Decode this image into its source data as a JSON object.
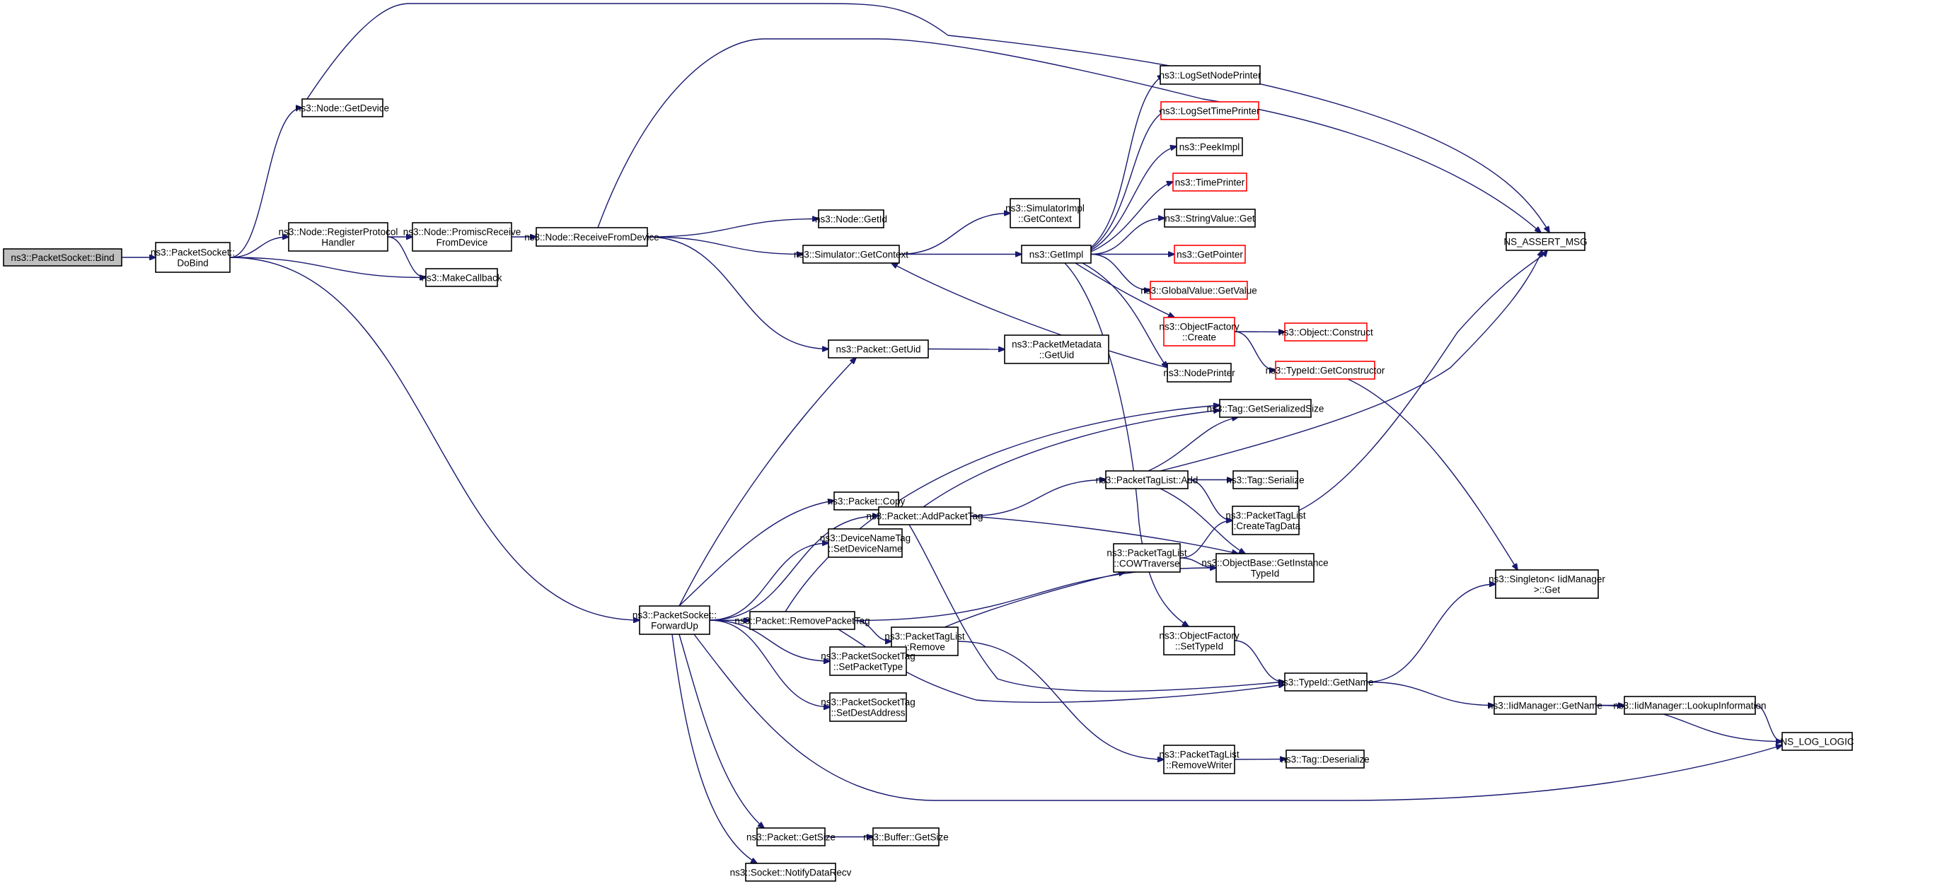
{
  "title": "Call graph for ns3::PacketSocket::Bind",
  "colors": {
    "edge": "#191970",
    "root_fill": "#bfbfbf",
    "node_border": "#000000",
    "external_border": "#ff0000"
  },
  "nodes": [
    {
      "id": "bind",
      "lines": [
        "ns3::PacketSocket::Bind"
      ],
      "root": true
    },
    {
      "id": "dobind",
      "lines": [
        "ns3::PacketSocket::",
        "DoBind"
      ]
    },
    {
      "id": "getdevice",
      "lines": [
        "ns3::Node::GetDevice"
      ]
    },
    {
      "id": "regproto",
      "lines": [
        "ns3::Node::RegisterProtocol",
        "Handler"
      ]
    },
    {
      "id": "promisc",
      "lines": [
        "ns3::Node::PromiscReceive",
        "FromDevice"
      ]
    },
    {
      "id": "makecb",
      "lines": [
        "ns3::MakeCallback"
      ]
    },
    {
      "id": "recvdev",
      "lines": [
        "ns3::Node::ReceiveFromDevice"
      ]
    },
    {
      "id": "getid",
      "lines": [
        "ns3::Node::GetId"
      ]
    },
    {
      "id": "simctx",
      "lines": [
        "ns3::Simulator::GetContext"
      ]
    },
    {
      "id": "simimplctx",
      "lines": [
        "ns3::SimulatorImpl",
        "::GetContext"
      ]
    },
    {
      "id": "getimpl",
      "lines": [
        "ns3::GetImpl"
      ]
    },
    {
      "id": "logsetnode",
      "lines": [
        "ns3::LogSetNodePrinter"
      ]
    },
    {
      "id": "logsettime",
      "lines": [
        "ns3::LogSetTimePrinter"
      ],
      "external": true
    },
    {
      "id": "peekimpl",
      "lines": [
        "ns3::PeekImpl"
      ]
    },
    {
      "id": "timeprinter",
      "lines": [
        "ns3::TimePrinter"
      ],
      "external": true
    },
    {
      "id": "strget",
      "lines": [
        "ns3::StringValue::Get"
      ]
    },
    {
      "id": "getpointer",
      "lines": [
        "ns3::GetPointer"
      ],
      "external": true
    },
    {
      "id": "gvget",
      "lines": [
        "ns3::GlobalValue::GetValue"
      ],
      "external": true
    },
    {
      "id": "ofcreate",
      "lines": [
        "ns3::ObjectFactory",
        "::Create"
      ],
      "external": true
    },
    {
      "id": "objconstruct",
      "lines": [
        "ns3::Object::Construct"
      ],
      "external": true
    },
    {
      "id": "getctor",
      "lines": [
        "ns3::TypeId::GetConstructor"
      ],
      "external": true
    },
    {
      "id": "nodeprinter",
      "lines": [
        "ns3::NodePrinter"
      ]
    },
    {
      "id": "assert",
      "lines": [
        "NS_ASSERT_MSG"
      ]
    },
    {
      "id": "pktgetuid",
      "lines": [
        "ns3::Packet::GetUid"
      ]
    },
    {
      "id": "pmgetuid",
      "lines": [
        "ns3::PacketMetadata",
        "::GetUid"
      ]
    },
    {
      "id": "tagsersize",
      "lines": [
        "ns3::Tag::GetSerializedSize"
      ]
    },
    {
      "id": "ptladd",
      "lines": [
        "ns3::PacketTagList::Add"
      ]
    },
    {
      "id": "tagser",
      "lines": [
        "ns3::Tag::Serialize"
      ]
    },
    {
      "id": "createtag",
      "lines": [
        "ns3::PacketTagList",
        "::CreateTagData"
      ]
    },
    {
      "id": "pktcopy",
      "lines": [
        "ns3::Packet::Copy"
      ]
    },
    {
      "id": "addtag",
      "lines": [
        "ns3::Packet::AddPacketTag"
      ]
    },
    {
      "id": "devname",
      "lines": [
        "ns3::DeviceNameTag",
        "::SetDeviceName"
      ]
    },
    {
      "id": "cow",
      "lines": [
        "ns3::PacketTagList",
        "::COWTraverse"
      ]
    },
    {
      "id": "getinst",
      "lines": [
        "ns3::ObjectBase::GetInstance",
        "TypeId"
      ]
    },
    {
      "id": "singleton",
      "lines": [
        "ns3::Singleton< IidManager",
        ">::Get"
      ]
    },
    {
      "id": "forwardup",
      "lines": [
        "ns3::PacketSocket::",
        "ForwardUp"
      ]
    },
    {
      "id": "removetag",
      "lines": [
        "ns3::Packet::RemovePacketTag"
      ]
    },
    {
      "id": "ptlremove",
      "lines": [
        "ns3::PacketTagList",
        "::Remove"
      ]
    },
    {
      "id": "ofsettype",
      "lines": [
        "ns3::ObjectFactory",
        "::SetTypeId"
      ]
    },
    {
      "id": "settype",
      "lines": [
        "ns3::PacketSocketTag",
        "::SetPacketType"
      ]
    },
    {
      "id": "typegetname",
      "lines": [
        "ns3::TypeId::GetName"
      ]
    },
    {
      "id": "iidgetname",
      "lines": [
        "ns3::IidManager::GetName"
      ]
    },
    {
      "id": "iidlookup",
      "lines": [
        "ns3::IidManager::LookupInformation"
      ]
    },
    {
      "id": "setdest",
      "lines": [
        "ns3::PacketSocketTag",
        "::SetDestAddress"
      ]
    },
    {
      "id": "logic",
      "lines": [
        "NS_LOG_LOGIC"
      ]
    },
    {
      "id": "removewriter",
      "lines": [
        "ns3::PacketTagList",
        "::RemoveWriter"
      ]
    },
    {
      "id": "tagdeser",
      "lines": [
        "ns3::Tag::Deserialize"
      ]
    },
    {
      "id": "pktgetsize",
      "lines": [
        "ns3::Packet::GetSize"
      ]
    },
    {
      "id": "bufgetsize",
      "lines": [
        "ns3::Buffer::GetSize"
      ]
    },
    {
      "id": "notify",
      "lines": [
        "ns3::Socket::NotifyDataRecv"
      ]
    }
  ],
  "edges": [
    [
      "bind",
      "dobind"
    ],
    [
      "dobind",
      "getdevice"
    ],
    [
      "dobind",
      "regproto"
    ],
    [
      "dobind",
      "makecb"
    ],
    [
      "dobind",
      "forwardup"
    ],
    [
      "getdevice",
      "assert"
    ],
    [
      "regproto",
      "promisc"
    ],
    [
      "regproto",
      "makecb"
    ],
    [
      "promisc",
      "recvdev"
    ],
    [
      "recvdev",
      "getid"
    ],
    [
      "recvdev",
      "simctx"
    ],
    [
      "recvdev",
      "pktgetuid"
    ],
    [
      "recvdev",
      "assert"
    ],
    [
      "simctx",
      "simimplctx"
    ],
    [
      "simctx",
      "getimpl"
    ],
    [
      "getimpl",
      "logsetnode"
    ],
    [
      "getimpl",
      "logsettime"
    ],
    [
      "getimpl",
      "peekimpl"
    ],
    [
      "getimpl",
      "timeprinter"
    ],
    [
      "getimpl",
      "strget"
    ],
    [
      "getimpl",
      "getpointer"
    ],
    [
      "getimpl",
      "gvget"
    ],
    [
      "getimpl",
      "ofcreate"
    ],
    [
      "getimpl",
      "nodeprinter"
    ],
    [
      "getimpl",
      "ofsettype"
    ],
    [
      "nodeprinter",
      "simctx"
    ],
    [
      "ofcreate",
      "objconstruct"
    ],
    [
      "ofcreate",
      "getctor"
    ],
    [
      "getctor",
      "singleton"
    ],
    [
      "pktgetuid",
      "pmgetuid"
    ],
    [
      "forwardup",
      "pktgetuid"
    ],
    [
      "forwardup",
      "pktcopy"
    ],
    [
      "forwardup",
      "devname"
    ],
    [
      "forwardup",
      "addtag"
    ],
    [
      "forwardup",
      "removetag"
    ],
    [
      "forwardup",
      "settype"
    ],
    [
      "forwardup",
      "setdest"
    ],
    [
      "forwardup",
      "pktgetsize"
    ],
    [
      "forwardup",
      "notify"
    ],
    [
      "forwardup",
      "logic"
    ],
    [
      "addtag",
      "tagsersize"
    ],
    [
      "addtag",
      "ptladd"
    ],
    [
      "addtag",
      "getinst"
    ],
    [
      "addtag",
      "typegetname"
    ],
    [
      "removetag",
      "tagsersize"
    ],
    [
      "removetag",
      "ptlremove"
    ],
    [
      "removetag",
      "getinst"
    ],
    [
      "removetag",
      "typegetname"
    ],
    [
      "ptladd",
      "tagsersize"
    ],
    [
      "ptladd",
      "tagser"
    ],
    [
      "ptladd",
      "createtag"
    ],
    [
      "ptladd",
      "getinst"
    ],
    [
      "ptladd",
      "assert"
    ],
    [
      "createtag",
      "assert"
    ],
    [
      "cow",
      "createtag"
    ],
    [
      "cow",
      "getinst"
    ],
    [
      "ptlremove",
      "cow"
    ],
    [
      "ptlremove",
      "removewriter"
    ],
    [
      "ofsettype",
      "typegetname"
    ],
    [
      "typegetname",
      "iidgetname"
    ],
    [
      "typegetname",
      "singleton"
    ],
    [
      "iidgetname",
      "iidlookup"
    ],
    [
      "iidgetname",
      "logic"
    ],
    [
      "iidlookup",
      "logic"
    ],
    [
      "removewriter",
      "tagdeser"
    ],
    [
      "pktgetsize",
      "bufgetsize"
    ]
  ]
}
